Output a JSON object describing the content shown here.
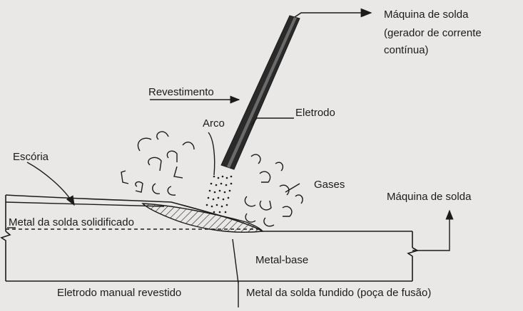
{
  "labels": {
    "machine_top_line1": "Máquina de solda",
    "machine_top_line2": "(gerador de corrente",
    "machine_top_line3": "contínua)",
    "coating": "Revestimento",
    "arc": "Arco",
    "electrode": "Eletrodo",
    "slag": "Escória",
    "gases": "Gases",
    "machine_right": "Máquina de solda",
    "solidified_weld": "Metal da solda solidificado",
    "base_metal": "Metal-base",
    "coated_electrode": "Eletrodo manual revestido",
    "molten_weld": "Metal da solda fundido (poça de fusão)"
  },
  "colors": {
    "ink": "#1b1b1b",
    "background": "#e9e8e6",
    "electrode_core": "#2a2a2a"
  }
}
